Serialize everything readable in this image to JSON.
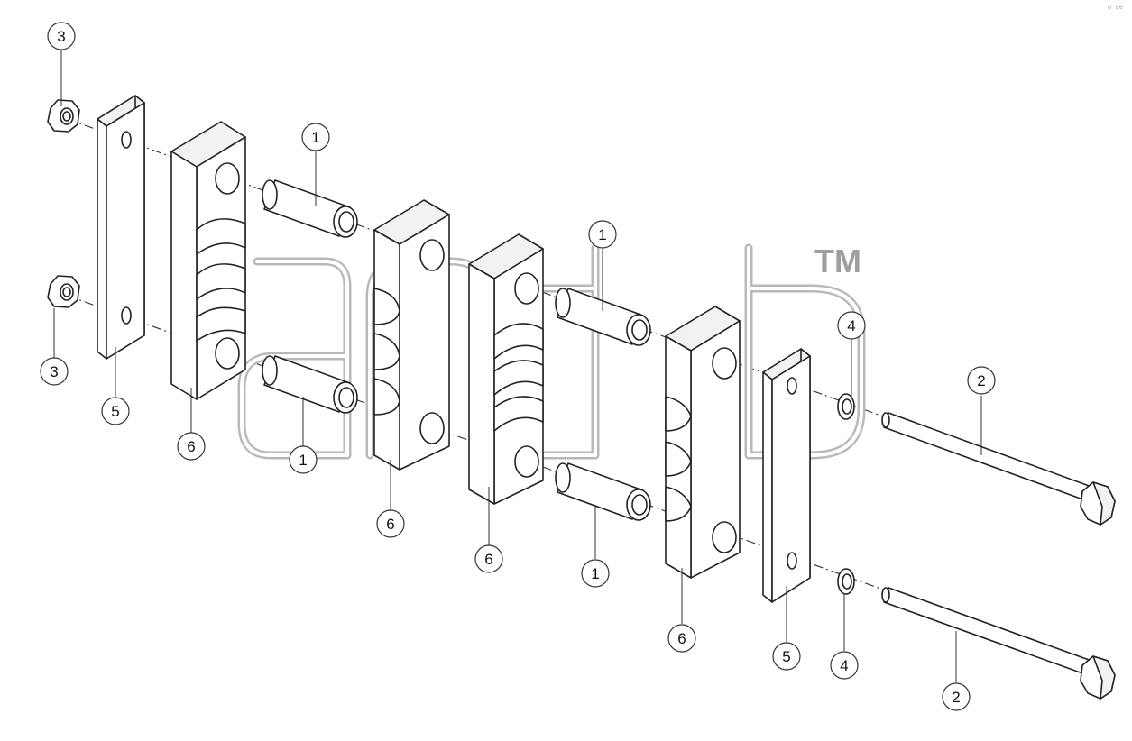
{
  "callouts": [
    {
      "id": "callout-nut-top",
      "label": "3"
    },
    {
      "id": "callout-nut-bottom",
      "label": "3"
    },
    {
      "id": "callout-plate-left",
      "label": "5"
    },
    {
      "id": "callout-block-a",
      "label": "6"
    },
    {
      "id": "callout-tube-a-top",
      "label": "1"
    },
    {
      "id": "callout-tube-a-bottom",
      "label": "1"
    },
    {
      "id": "callout-block-b",
      "label": "6"
    },
    {
      "id": "callout-block-c",
      "label": "6"
    },
    {
      "id": "callout-tube-b-top",
      "label": "1"
    },
    {
      "id": "callout-tube-b-bottom",
      "label": "1"
    },
    {
      "id": "callout-block-d",
      "label": "6"
    },
    {
      "id": "callout-washer-top",
      "label": "4"
    },
    {
      "id": "callout-washer-bottom",
      "label": "4"
    },
    {
      "id": "callout-plate-right",
      "label": "5"
    },
    {
      "id": "callout-bolt-top",
      "label": "2"
    },
    {
      "id": "callout-bolt-bottom",
      "label": "2"
    }
  ],
  "watermark": {
    "trademark": "TM"
  },
  "corner_mark": "▫ ▫▫"
}
